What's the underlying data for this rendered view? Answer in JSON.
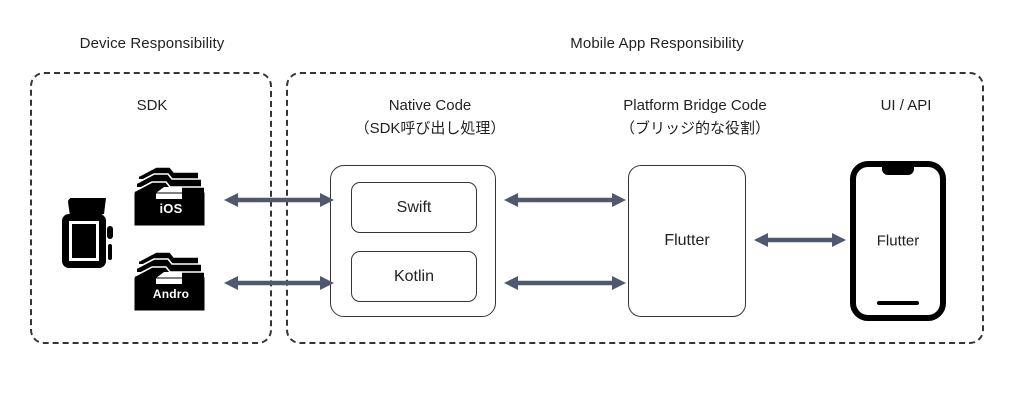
{
  "diagram": {
    "title_device": "Device Responsibility",
    "title_mobile": "Mobile App Responsibility",
    "accent_arrow_color": "#50586d",
    "line_color": "#3a3335",
    "columns": {
      "sdk": {
        "label": "SDK"
      },
      "native": {
        "label": "Native Code",
        "sub_label": "（SDK呼び出し処理）"
      },
      "bridge": {
        "label": "Platform Bridge Code",
        "sub_label": "（ブリッジ的な役割）"
      },
      "ui": {
        "label": "UI / API"
      }
    },
    "nodes": {
      "watch": {
        "icon": "smartwatch-icon"
      },
      "folder_ios": {
        "label": "iOS",
        "icon": "folder-stack-icon"
      },
      "folder_android": {
        "label": "Andro",
        "icon": "folder-stack-icon"
      },
      "swift": {
        "label": "Swift"
      },
      "kotlin": {
        "label": "Kotlin"
      },
      "flutter_bridge": {
        "label": "Flutter"
      },
      "flutter_app": {
        "label": "Flutter"
      }
    },
    "connectors": [
      {
        "name": "ios-to-swift",
        "direction": "bidirectional"
      },
      {
        "name": "android-to-kotlin",
        "direction": "bidirectional"
      },
      {
        "name": "swift-to-bridge",
        "direction": "bidirectional"
      },
      {
        "name": "kotlin-to-bridge",
        "direction": "bidirectional"
      },
      {
        "name": "bridge-to-ui",
        "direction": "bidirectional"
      }
    ]
  }
}
